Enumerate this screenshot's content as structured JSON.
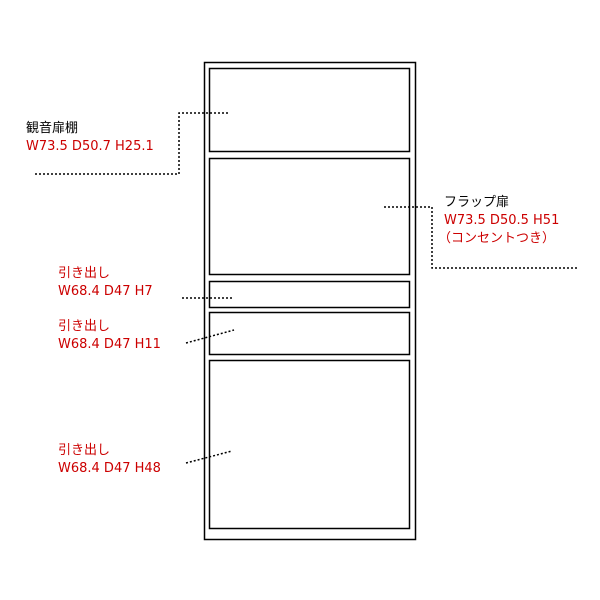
{
  "colors": {
    "label_name": "#000000",
    "label_dims": "#cc0000",
    "outline": "#000000",
    "leader": "#000000"
  },
  "compartments": {
    "kannon": {
      "name": "観音扉棚",
      "dims": "W73.5  D50.7  H25.1"
    },
    "flap": {
      "name": "フラップ扉",
      "dims": "W73.5  D50.5  H51",
      "note": "（コンセントつき）"
    },
    "drawer_top": {
      "name": "引き出し",
      "dims": "W68.4  D47  H7"
    },
    "drawer_mid": {
      "name": "引き出し",
      "dims": "W68.4  D47  H11"
    },
    "drawer_bottom": {
      "name": "引き出し",
      "dims": "W68.4  D47  H48"
    }
  }
}
